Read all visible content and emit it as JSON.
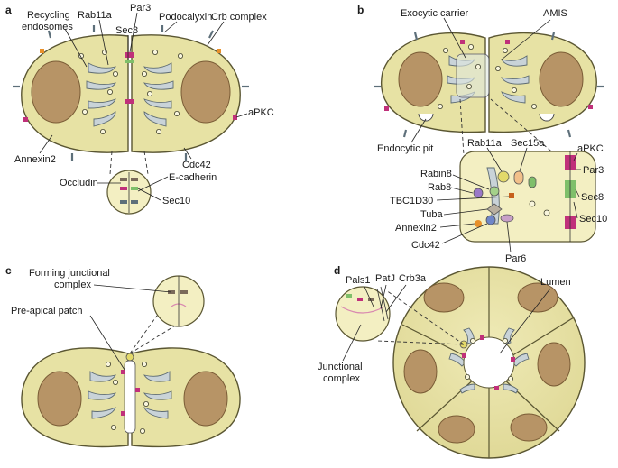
{
  "panels": {
    "a": {
      "letter": "a",
      "labels": {
        "recycling": "Recycling\nendosomes",
        "rab11a": "Rab11a",
        "par3": "Par3",
        "sec8": "Sec8",
        "podocalyxin": "Podocalyxin",
        "crb": "Crb complex",
        "apkc": "aPKC",
        "annexin2": "Annexin2",
        "cdc42": "Cdc42",
        "occludin": "Occludin",
        "ecadherin": "E-cadherin",
        "sec10": "Sec10"
      }
    },
    "b": {
      "letter": "b",
      "labels": {
        "exocytic": "Exocytic carrier",
        "amis": "AMIS",
        "endocytic": "Endocytic pit",
        "rab11a": "Rab11a",
        "sec15a": "Sec15a",
        "apkc": "aPKC",
        "par3": "Par3",
        "rabin8": "Rabin8",
        "rab8": "Rab8",
        "tbc": "TBC1D30",
        "tuba": "Tuba",
        "annexin2": "Annexin2",
        "cdc42": "Cdc42",
        "sec8": "Sec8",
        "sec10": "Sec10",
        "par6": "Par6"
      }
    },
    "c": {
      "letter": "c",
      "labels": {
        "forming": "Forming junctional\ncomplex",
        "preapical": "Pre-apical patch"
      }
    },
    "d": {
      "letter": "d",
      "labels": {
        "pals1": "Pals1",
        "patj": "PatJ",
        "crb3a": "Crb3a",
        "lumen": "Lumen",
        "junctional": "Junctional\ncomplex"
      }
    }
  },
  "colors": {
    "cytoplasm": "#e7e2a4",
    "nucleus": "#b79466",
    "golgi": "#c9d3d8",
    "apkc": "#c0307a",
    "annexin2": "#e8902a",
    "cdc42": "#6f86c8",
    "sec8": "#7fbf6a"
  }
}
